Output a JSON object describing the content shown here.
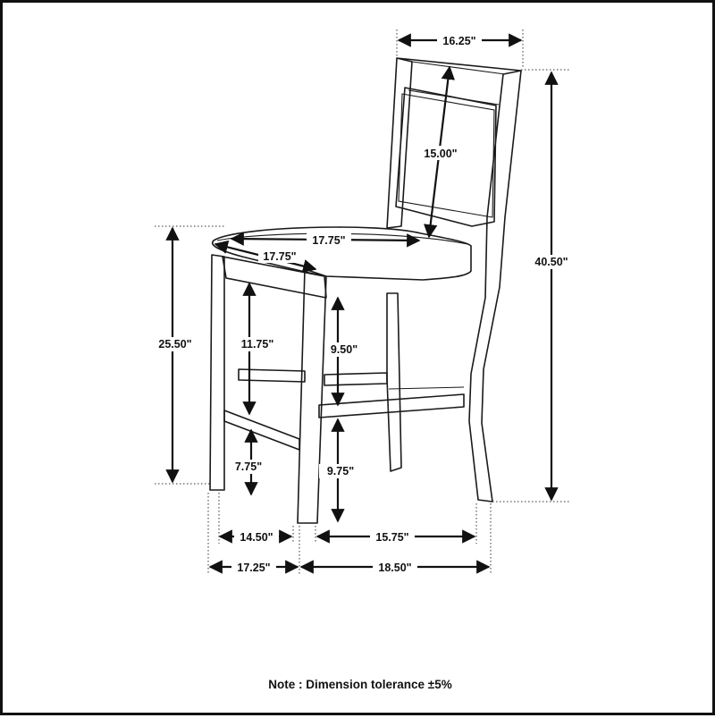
{
  "dimensions": {
    "back_width": "16.25\"",
    "back_panel_height": "15.00\"",
    "overall_height": "40.50\"",
    "seat_width": "17.75\"",
    "seat_depth": "17.75\"",
    "seat_height": "25.50\"",
    "upper_front_stretcher_gap": "11.75\"",
    "upper_side_stretcher_gap": "9.50\"",
    "lower_front_stretcher_height": "7.75\"",
    "lower_side_stretcher_height": "9.75\"",
    "front_leg_span": "14.50\"",
    "side_leg_span": "15.75\"",
    "overall_width": "17.25\"",
    "overall_depth": "18.50\""
  },
  "note": "Note : Dimension tolerance ±5%"
}
